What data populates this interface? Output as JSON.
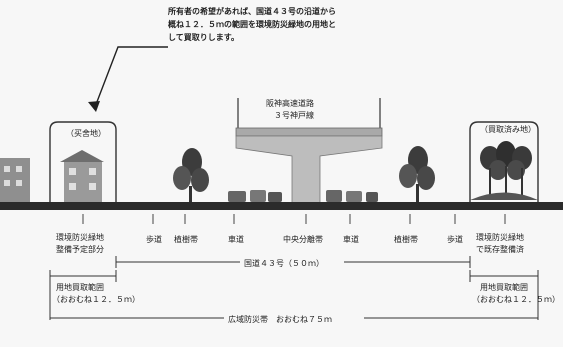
{
  "callout": {
    "lines": [
      "所有者の希望があれば、国道４３号の沿道から",
      "概ね１２．５ｍの範囲を環境防災緑地の用地と",
      "して買取りします。"
    ]
  },
  "labels": {
    "left_house": "（买舍地）",
    "right_forest": "（買取済み地）",
    "highway": [
      "阪神高速道路",
      "３号神戸線"
    ]
  },
  "road_parts": [
    "歩道",
    "植樹帯",
    "車道",
    "中央分離帯",
    "車道",
    "植樹帯",
    "歩道"
  ],
  "left_zone": [
    "環境防災緑地",
    "整備予定部分"
  ],
  "right_zone": [
    "環境防災緑地",
    "で既存整備済"
  ],
  "national_road": "国道４３号（５０ｍ）",
  "left_purchase": [
    "用地買取範囲",
    "（おおむね１２．５ｍ）"
  ],
  "right_purchase": [
    "用地買取範囲",
    "（おおむね１２．５ｍ）"
  ],
  "total": "広域防災帯　おおむね７５ｍ",
  "colors": {
    "ground": "#2b2b2b",
    "building": "#8a8a8a",
    "concrete": "#b9b9b9",
    "tree": "#3a3a3a"
  }
}
